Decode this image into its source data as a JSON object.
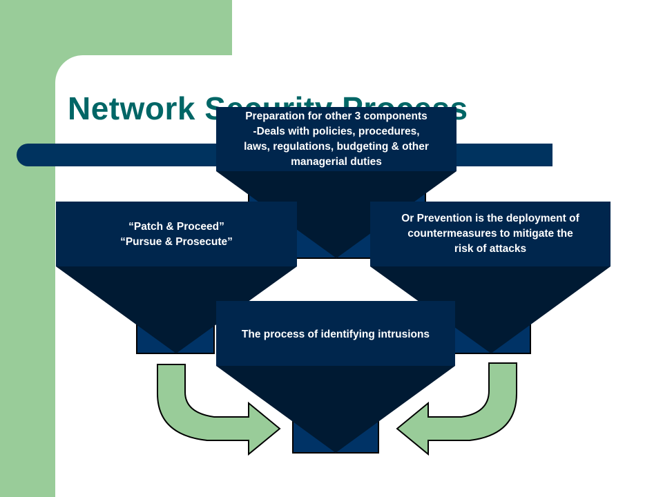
{
  "title": "Network Security Process",
  "boxes": {
    "top": {
      "line1": "Preparation for other 3 components",
      "line2": "-Deals with policies, procedures,",
      "line3": "laws, regulations, budgeting & other",
      "line4": "managerial duties"
    },
    "left": {
      "line1": "“Patch & Proceed”",
      "line2": "“Pursue & Prosecute”"
    },
    "right": {
      "line1": "Or Prevention is  the deployment of",
      "line2": "countermeasures to mitigate the",
      "line3": "risk of  attacks"
    },
    "bottom": {
      "line1": "The process of identifying intrusions"
    }
  },
  "colors": {
    "background": "#ffffff",
    "accent_green": "#99cc99",
    "title_teal": "#006666",
    "navy": "#00264d",
    "navy_dark": "#001a33",
    "arrow_green": "#99cc99"
  }
}
